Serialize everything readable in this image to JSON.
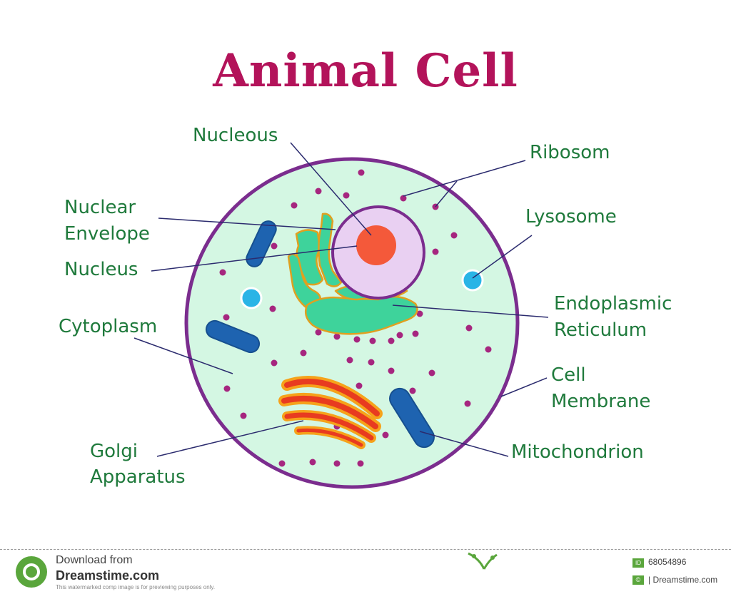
{
  "diagram": {
    "title": "Animal Cell",
    "labels": {
      "nucleous": "Nucleous",
      "ribosom": "Ribosom",
      "nuclear_envelope_1": "Nuclear",
      "nuclear_envelope_2": "Envelope",
      "lysosome": "Lysosome",
      "nucleus": "Nucleus",
      "endoplasmic_1": "Endoplasmic",
      "endoplasmic_2": "Reticulum",
      "cytoplasm": "Cytoplasm",
      "cell_membrane_1": "Cell",
      "cell_membrane_2": "Membrane",
      "golgi_1": "Golgi",
      "golgi_2": "Apparatus",
      "mitochondrion": "Mitochondrion"
    },
    "colors": {
      "title": "#b3135a",
      "label": "#1f7a3c",
      "membrane": "#7b2d8e",
      "cytoplasm": "#d4f7e3",
      "nuclear_envelope": "#e9d0f2",
      "nucleolus": "#f4593a",
      "er": "#3ed39b",
      "er_outline": "#e0a020",
      "mitochondria": "#1e63b0",
      "lysosome": "#2ab4e6",
      "ribosome": "#a6267f",
      "golgi_red": "#e83b20",
      "golgi_orange": "#f6a21a"
    }
  },
  "footer": {
    "download_from": "Download from",
    "brand": "Dreamstime.com",
    "note": "This watermarked comp image is for previewing purposes only.",
    "id_badge": "ID",
    "id_value": "68054896",
    "copyright_badge": "©",
    "credit": "| Dreamstime.com",
    "logo_icon": "dreamstime-logo-icon",
    "sprig_icon": "sprig-icon"
  }
}
